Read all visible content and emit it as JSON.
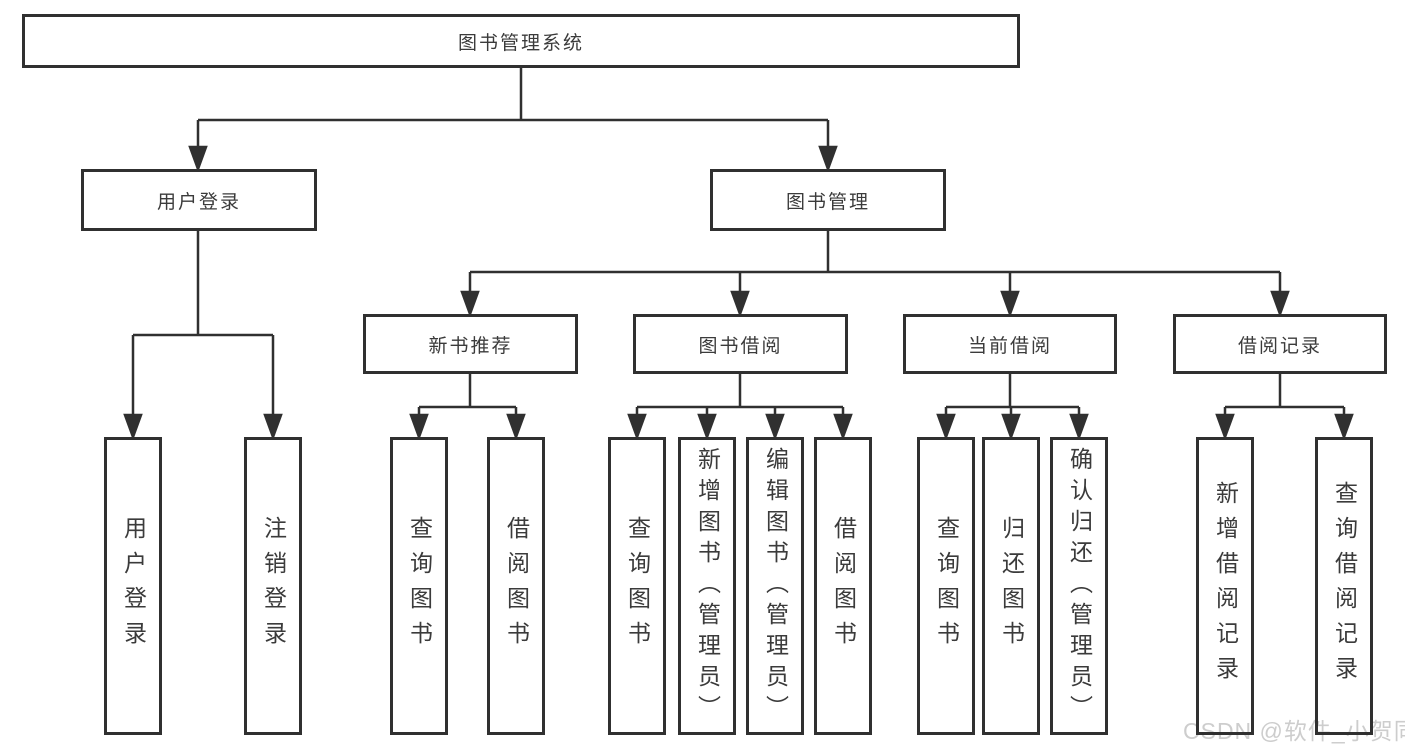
{
  "colors": {
    "line": "#303030",
    "box_border": "#303030",
    "text": "#3b3b3b",
    "background": "#ffffff",
    "watermark": "#cdcdcd"
  },
  "tree": {
    "root": "图书管理系统",
    "branches": [
      {
        "label": "用户登录",
        "children": [
          "用户登录",
          "注销登录"
        ]
      },
      {
        "label": "图书管理",
        "sections": [
          {
            "label": "新书推荐",
            "children": [
              "查询图书",
              "借阅图书"
            ]
          },
          {
            "label": "图书借阅",
            "children": [
              "查询图书",
              "新增图书（管理员）",
              "编辑图书（管理员）",
              "借阅图书"
            ]
          },
          {
            "label": "当前借阅",
            "children": [
              "查询图书",
              "归还图书",
              "确认归还（管理员）"
            ]
          },
          {
            "label": "借阅记录",
            "children": [
              "新增借阅记录",
              "查询借阅记录"
            ]
          }
        ]
      }
    ]
  },
  "watermark": {
    "text": "CSDN @软件_小贺同学"
  }
}
